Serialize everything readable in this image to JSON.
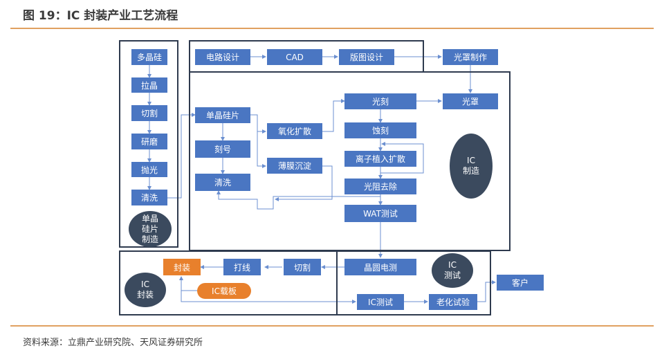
{
  "title": "图 19：IC 封装产业工艺流程",
  "source": "资料来源：立鼎产业研究院、天风证券研究所",
  "colors": {
    "box": "#4a76c2",
    "orange": "#e8802c",
    "frame": "#2e3a4e",
    "region": "#3b4a5e",
    "rule": "#e0a060",
    "arrow": "#6b8fd0"
  },
  "wafer_column": {
    "steps": [
      "多晶硅",
      "拉晶",
      "切割",
      "研磨",
      "抛光",
      "清洗"
    ]
  },
  "design_row": {
    "steps": [
      "电路设计",
      "CAD",
      "版图设计"
    ]
  },
  "mask": {
    "making": "光罩制作",
    "mask": "光罩"
  },
  "fab": {
    "left_steps": [
      "单晶硅片",
      "刻号",
      "清洗"
    ],
    "mid_steps": [
      "氧化扩散",
      "薄膜沉淀"
    ],
    "right_steps": [
      "光刻",
      "蚀刻",
      "离子植入扩散",
      "光阻去除",
      "WAT测试"
    ]
  },
  "back_end": {
    "probe": "晶圆电测",
    "cut": "切割",
    "wire": "打线",
    "package": "封装",
    "substrate": "IC载板",
    "ic_test": "IC测试",
    "burn_in": "老化试验",
    "customer": "客户"
  },
  "regions": {
    "wafer": [
      "单晶",
      "硅片",
      "制造"
    ],
    "fab": [
      "IC",
      "制造"
    ],
    "test": [
      "IC",
      "测试"
    ],
    "package": [
      "IC",
      "封装"
    ]
  }
}
